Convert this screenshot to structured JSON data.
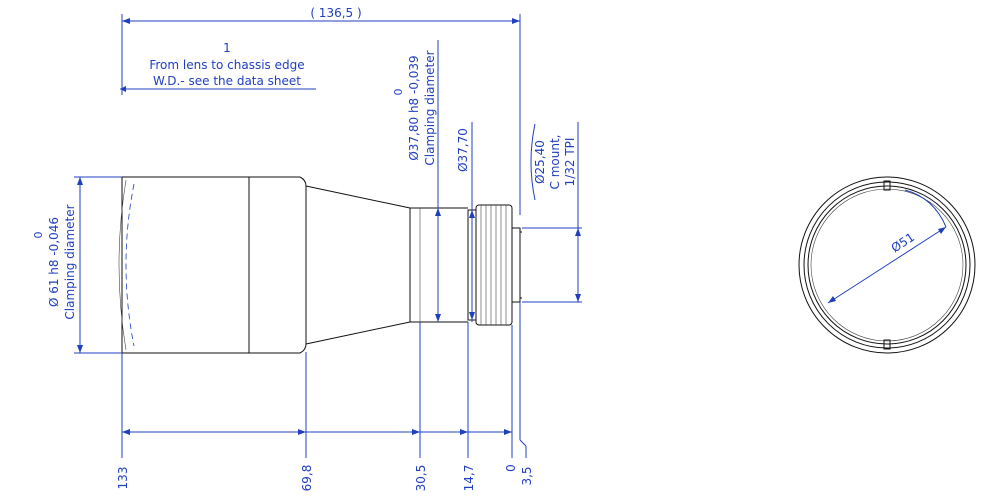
{
  "colors": {
    "dimension": "#1f3fbf",
    "outline": "#111111"
  },
  "top_dim": {
    "overall_length": "( 136,5 )"
  },
  "note": {
    "number": "1",
    "line1": "From lens to chassis edge",
    "line2": "W.D.- see the data sheet"
  },
  "left_dim": {
    "tol_upper": "0",
    "line1": "Ø 61 h8 -0,046",
    "line2": "Clamping diameter"
  },
  "mid_dim": {
    "tol_upper": "0",
    "line1": "Ø37,80 h8 -0,039",
    "line2": "Clamping diameter",
    "diam2": "Ø37,70"
  },
  "mount_dim": {
    "line1": "Ø25,40",
    "line2": "C mount,",
    "line3": "1/32 TPI"
  },
  "bottom_positions": [
    "133",
    "69,8",
    "30,5",
    "14,7",
    "0",
    "3,5"
  ],
  "front_view": {
    "diameter": "Ø51"
  }
}
